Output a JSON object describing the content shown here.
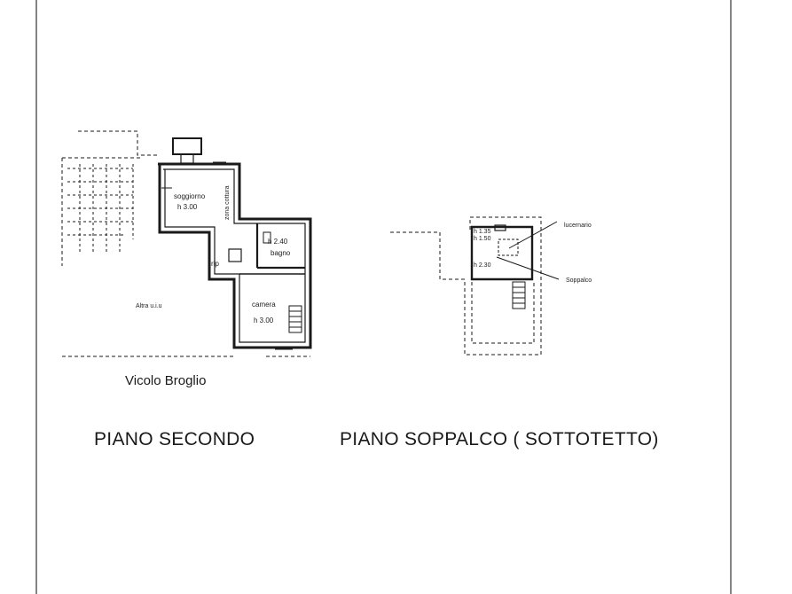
{
  "colors": {
    "ink": "#1a1a1a",
    "background": "#ffffff"
  },
  "plan_left": {
    "rooms": {
      "living_name": "soggiorno",
      "living_height": "h 3.00",
      "kitchen_zone": "zona cottura",
      "bath_height": "h 2.40",
      "bath_name": "bagno",
      "storage": "rip",
      "bedroom_name": "camera",
      "bedroom_height": "h 3.00",
      "other_unit": "Altra u.i.u"
    },
    "street_name": "Vicolo Broglio",
    "title": "PIANO SECONDO"
  },
  "plan_right": {
    "heights": [
      "h 1.35",
      "h 1.50",
      "h 2.30"
    ],
    "skylight": "lucernario",
    "loft": "Soppalco",
    "title": "PIANO SOPPALCO ( SOTTOTETTO)"
  }
}
